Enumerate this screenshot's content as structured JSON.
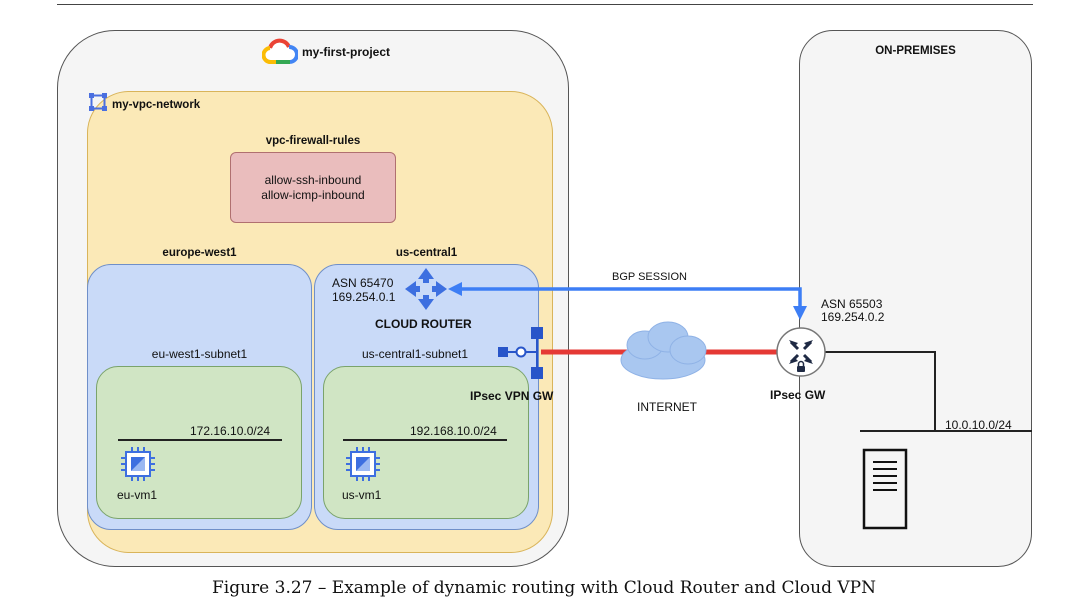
{
  "project": {
    "name": "my-first-project",
    "icon": "google-cloud-icon"
  },
  "network": {
    "name": "my-vpc-network",
    "icon": "vpc-network-icon"
  },
  "firewall": {
    "title": "vpc-firewall-rules",
    "rules": [
      "allow-ssh-inbound",
      "allow-icmp-inbound"
    ]
  },
  "regions": {
    "europe": {
      "name": "europe-west1",
      "subnet": "eu-west1-subnet1",
      "cidr": "172.16.10.0/24",
      "vm": "eu-vm1"
    },
    "us": {
      "name": "us-central1",
      "subnet": "us-central1-subnet1",
      "cidr": "192.168.10.0/24",
      "vm": "us-vm1",
      "router_asn": "ASN 65470",
      "router_ip": "169.254.0.1",
      "router_label": "CLOUD ROUTER",
      "vpn_gw_label": "IPsec VPN GW"
    }
  },
  "internet": {
    "label": "INTERNET"
  },
  "bgp": {
    "label": "BGP SESSION"
  },
  "onprem": {
    "title": "ON-PREMISES",
    "asn": "ASN 65503",
    "ip": "169.254.0.2",
    "gw_label": "IPsec GW",
    "cidr": "10.0.10.0/24"
  },
  "colors": {
    "project_bg": "#f5f5f5",
    "vpc_bg": "#fbe9b7",
    "region_bg": "#c9daf8",
    "subnet_bg": "#d0e5c4",
    "firewall_bg": "#eabdbd",
    "bgp_line": "#3d7ef5",
    "vpn_line": "#e53935"
  },
  "caption": "Figure 3.27 – Example of dynamic routing with Cloud Router and Cloud VPN"
}
